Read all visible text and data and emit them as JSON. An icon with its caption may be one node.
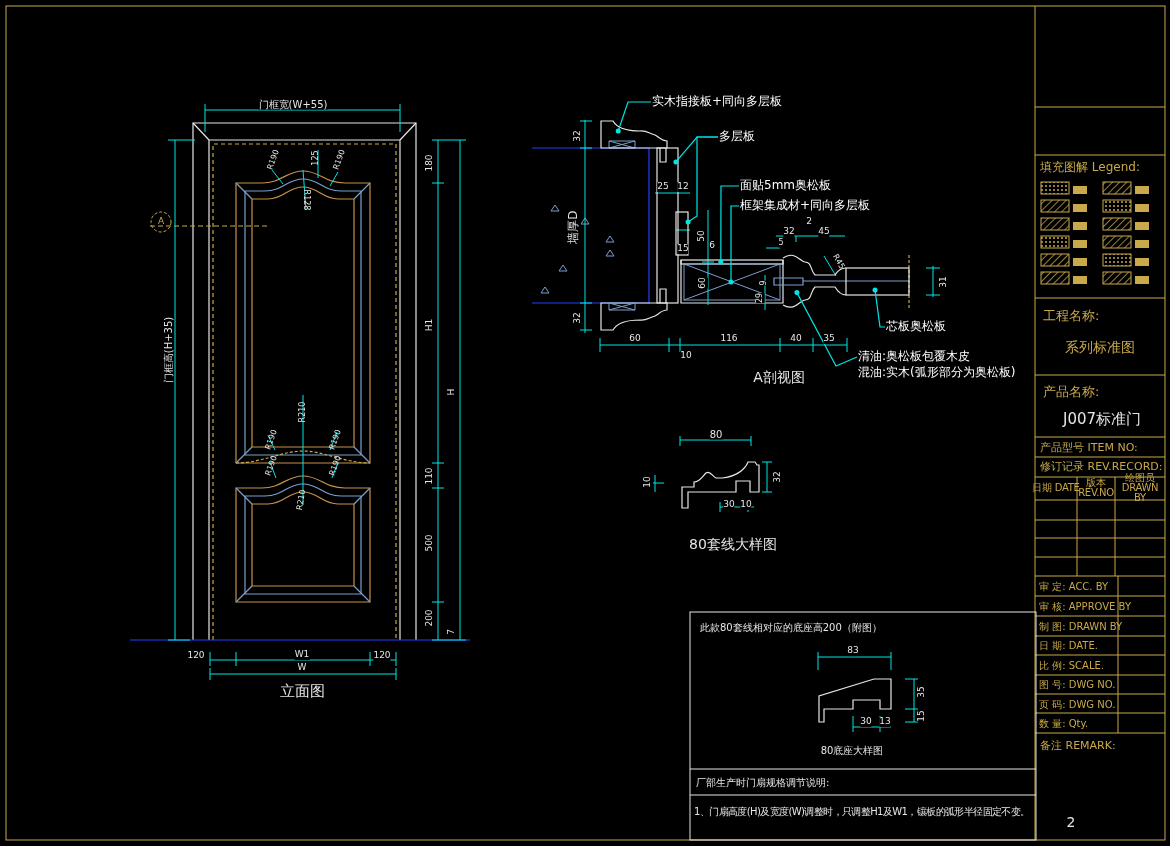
{
  "diagram": {
    "nodes": [
      {
        "text": [
          "实木指接板+同向多层板"
        ]
      },
      {
        "text": [
          "多层板"
        ]
      },
      {
        "text": [
          "面贴5mm奥松板"
        ]
      },
      {
        "text": [
          "框架集成材+同向多层板"
        ]
      },
      {
        "text": [
          "芯板奥松板"
        ]
      },
      {
        "text": [
          "清油:奥松板包覆木皮",
          "混油:实木(弧形部分为奥松板)"
        ]
      },
      {
        "text": [],
        "shape": "picture"
      },
      {
        "text": [],
        "shape": "box"
      },
      {
        "text": [],
        "shape": "box"
      },
      {
        "text": [],
        "shape": "box"
      },
      {
        "text": [],
        "shape": "box"
      },
      {
        "text": [],
        "shape": "box"
      },
      {
        "text": [],
        "shape": "picture"
      }
    ],
    "edges": [
      {
        "from": 0,
        "to": 6,
        "arrow": "other"
      },
      {
        "from": 1,
        "to": 7,
        "arrow": "other"
      },
      {
        "from": 1,
        "to": 8,
        "arrow": "other"
      },
      {
        "from": 2,
        "to": 9,
        "arrow": "other"
      },
      {
        "from": 3,
        "to": 10,
        "arrow": "other"
      },
      {
        "from": 4,
        "to": 11,
        "arrow": "other"
      },
      {
        "from": 5,
        "to": 12,
        "arrow": "other"
      }
    ],
    "labels": [
      "门框宽(W+55)",
      "门框高(H+35)",
      "A",
      "R190",
      "125",
      "R190",
      "R128",
      "R210",
      "R190",
      "R190",
      "R190",
      "R190",
      "R210",
      "180",
      "H1",
      "H",
      "110",
      "500",
      "200",
      "7",
      "120",
      "W1",
      "120",
      "W",
      "立面图",
      "32",
      "墙厚D",
      "32",
      "25",
      "12",
      "15",
      "50",
      "6",
      "32",
      "2",
      "45",
      "5",
      "R45",
      "9",
      "60",
      "29",
      "31",
      "60",
      "10",
      "116",
      "40",
      "35",
      "A剖视图",
      "80",
      "10",
      "32",
      "30",
      "10",
      "80套线大样图",
      "此款80套线相对应的底座高200（附图）",
      "83",
      "35",
      "15",
      "30",
      "13",
      "80底座大样图",
      "厂部生产时门扇规格调节说明:",
      "1、门扇高度(H)及宽度(W)调整时，只调整H1及W1，镶板的弧形半径固定不变。",
      "填充图解 Legend:",
      "工程名称:",
      "系列标准图",
      "产品名称:",
      "J007标准门",
      "产品型号 ITEM NO:",
      "修订记录 REV.RECORD:",
      "日期 DATE",
      "版本 REV.NO",
      "绘图员 DRAWN BY",
      "审 定: ACC. BY",
      "审 核: APPROVE BY",
      "制 图: DRAWN BY",
      "日 期: DATE.",
      "比 例: SCALE.",
      "图 号: DWG NO.",
      "页 码: DWG NO.",
      "数 量: Qty.",
      "备注 REMARK:",
      "2"
    ]
  }
}
